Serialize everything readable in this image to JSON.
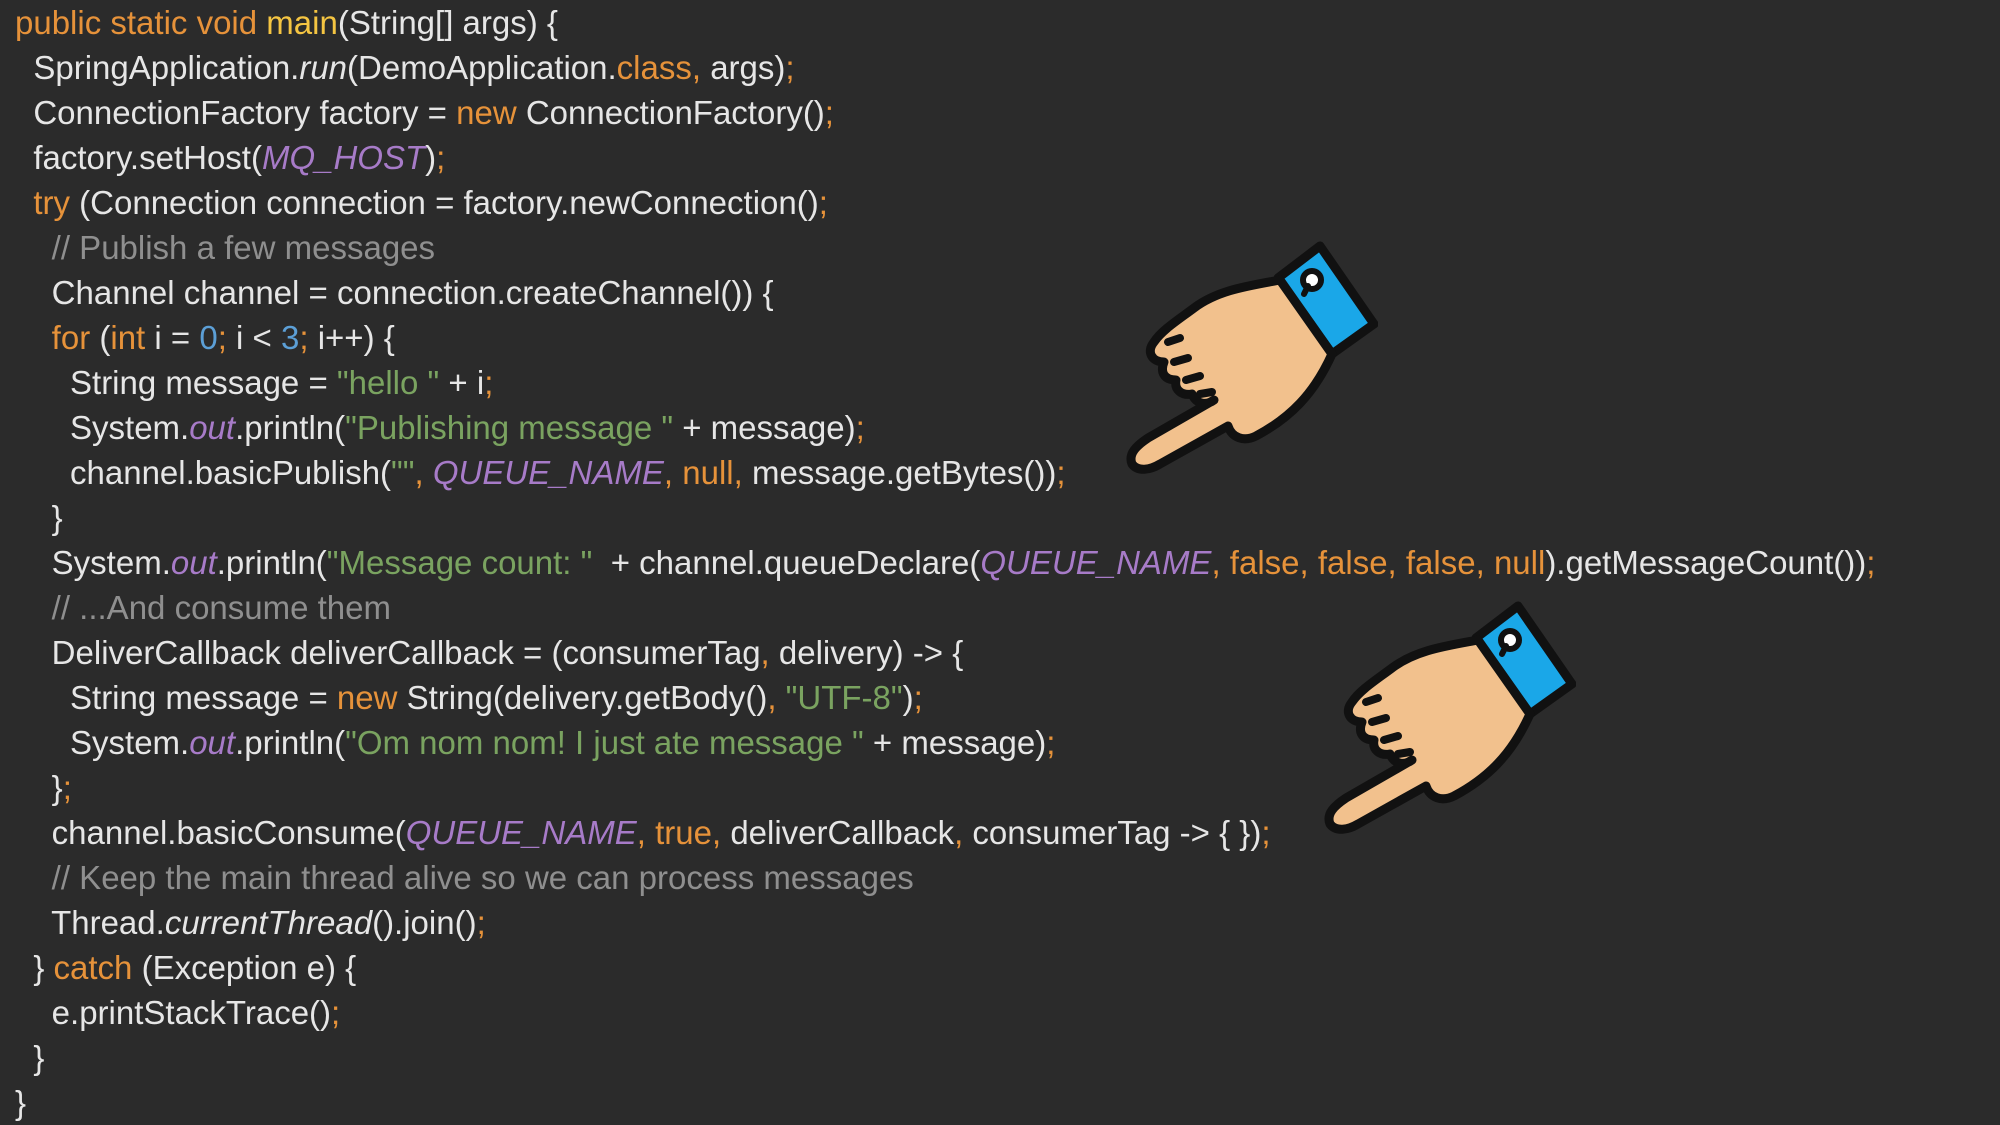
{
  "code_lines": [
    [
      {
        "t": "public static void ",
        "c": "kw"
      },
      {
        "t": "main",
        "c": "fn"
      },
      {
        "t": "(String[] args) {",
        "c": ""
      }
    ],
    [
      {
        "t": "  SpringApplication.",
        "c": ""
      },
      {
        "t": "run",
        "c": "sitalic"
      },
      {
        "t": "(DemoApplication.",
        "c": ""
      },
      {
        "t": "class",
        "c": "kw"
      },
      {
        "t": ", ",
        "c": "kw"
      },
      {
        "t": "args)",
        "c": ""
      },
      {
        "t": ";",
        "c": "kw"
      }
    ],
    [
      {
        "t": "  ConnectionFactory factory = ",
        "c": ""
      },
      {
        "t": "new ",
        "c": "kw"
      },
      {
        "t": "ConnectionFactory()",
        "c": ""
      },
      {
        "t": ";",
        "c": "kw"
      }
    ],
    [
      {
        "t": "  factory.setHost(",
        "c": ""
      },
      {
        "t": "MQ_HOST",
        "c": "field"
      },
      {
        "t": ")",
        "c": ""
      },
      {
        "t": ";",
        "c": "kw"
      }
    ],
    [
      {
        "t": "  try ",
        "c": "kw"
      },
      {
        "t": "(Connection connection = factory.newConnection()",
        "c": ""
      },
      {
        "t": ";",
        "c": "kw"
      }
    ],
    [
      {
        "t": "    // Publish a few messages",
        "c": "cmt"
      }
    ],
    [
      {
        "t": "    Channel channel = connection.createChannel()) {",
        "c": ""
      }
    ],
    [
      {
        "t": "    for ",
        "c": "kw"
      },
      {
        "t": "(",
        "c": ""
      },
      {
        "t": "int ",
        "c": "kw"
      },
      {
        "t": "i = ",
        "c": ""
      },
      {
        "t": "0",
        "c": "num"
      },
      {
        "t": "; ",
        "c": "kw"
      },
      {
        "t": "i < ",
        "c": ""
      },
      {
        "t": "3",
        "c": "num"
      },
      {
        "t": "; ",
        "c": "kw"
      },
      {
        "t": "i++) {",
        "c": ""
      }
    ],
    [
      {
        "t": "      String message = ",
        "c": ""
      },
      {
        "t": "\"hello \"",
        "c": "str"
      },
      {
        "t": " + i",
        "c": ""
      },
      {
        "t": ";",
        "c": "kw"
      }
    ],
    [
      {
        "t": "      System.",
        "c": ""
      },
      {
        "t": "out",
        "c": "field"
      },
      {
        "t": ".println(",
        "c": ""
      },
      {
        "t": "\"Publishing message \"",
        "c": "str"
      },
      {
        "t": " + message)",
        "c": ""
      },
      {
        "t": ";",
        "c": "kw"
      }
    ],
    [
      {
        "t": "      channel.basicPublish(",
        "c": ""
      },
      {
        "t": "\"\"",
        "c": "str"
      },
      {
        "t": ", ",
        "c": "kw"
      },
      {
        "t": "QUEUE_NAME",
        "c": "field"
      },
      {
        "t": ", ",
        "c": "kw"
      },
      {
        "t": "null, ",
        "c": "kw"
      },
      {
        "t": "message.getBytes())",
        "c": ""
      },
      {
        "t": ";",
        "c": "kw"
      }
    ],
    [
      {
        "t": "    }",
        "c": ""
      }
    ],
    [
      {
        "t": "    System.",
        "c": ""
      },
      {
        "t": "out",
        "c": "field"
      },
      {
        "t": ".println(",
        "c": ""
      },
      {
        "t": "\"Message count: \"",
        "c": "str"
      },
      {
        "t": "  + channel.queueDeclare(",
        "c": ""
      },
      {
        "t": "QUEUE_NAME",
        "c": "field"
      },
      {
        "t": ", ",
        "c": "kw"
      },
      {
        "t": "false, ",
        "c": "kw"
      },
      {
        "t": "false, ",
        "c": "kw"
      },
      {
        "t": "false, ",
        "c": "kw"
      },
      {
        "t": "null",
        "c": "kw"
      },
      {
        "t": ").getMessageCount())",
        "c": ""
      },
      {
        "t": ";",
        "c": "kw"
      }
    ],
    [
      {
        "t": "    // ...And consume them",
        "c": "cmt"
      }
    ],
    [
      {
        "t": "    DeliverCallback deliverCallback = (consumerTag",
        "c": ""
      },
      {
        "t": ", ",
        "c": "kw"
      },
      {
        "t": "delivery) -> {",
        "c": ""
      }
    ],
    [
      {
        "t": "      String message = ",
        "c": ""
      },
      {
        "t": "new ",
        "c": "kw"
      },
      {
        "t": "String(delivery.getBody()",
        "c": ""
      },
      {
        "t": ", ",
        "c": "kw"
      },
      {
        "t": "\"UTF-8\"",
        "c": "str"
      },
      {
        "t": ")",
        "c": ""
      },
      {
        "t": ";",
        "c": "kw"
      }
    ],
    [
      {
        "t": "      System.",
        "c": ""
      },
      {
        "t": "out",
        "c": "field"
      },
      {
        "t": ".println(",
        "c": ""
      },
      {
        "t": "\"Om nom nom! I just ate message \"",
        "c": "str"
      },
      {
        "t": " + message)",
        "c": ""
      },
      {
        "t": ";",
        "c": "kw"
      }
    ],
    [
      {
        "t": "    }",
        "c": ""
      },
      {
        "t": ";",
        "c": "kw"
      }
    ],
    [
      {
        "t": "    channel.basicConsume(",
        "c": ""
      },
      {
        "t": "QUEUE_NAME",
        "c": "field"
      },
      {
        "t": ", ",
        "c": "kw"
      },
      {
        "t": "true, ",
        "c": "kw"
      },
      {
        "t": "deliverCallback",
        "c": ""
      },
      {
        "t": ", ",
        "c": "kw"
      },
      {
        "t": "consumerTag -> { })",
        "c": ""
      },
      {
        "t": ";",
        "c": "kw"
      }
    ],
    [
      {
        "t": "    // Keep the main thread alive so we can process messages",
        "c": "cmt"
      }
    ],
    [
      {
        "t": "    Thread.",
        "c": ""
      },
      {
        "t": "currentThread",
        "c": "sitalic"
      },
      {
        "t": "().join()",
        "c": ""
      },
      {
        "t": ";",
        "c": "kw"
      }
    ],
    [
      {
        "t": "  } ",
        "c": ""
      },
      {
        "t": "catch ",
        "c": "kw"
      },
      {
        "t": "(Exception e) {",
        "c": ""
      }
    ],
    [
      {
        "t": "    e.printStackTrace()",
        "c": ""
      },
      {
        "t": ";",
        "c": "kw"
      }
    ],
    [
      {
        "t": "  }",
        "c": ""
      }
    ],
    [
      {
        "t": "}",
        "c": ""
      }
    ]
  ],
  "icons": {
    "hand_top": "pointing-hand-icon",
    "hand_bottom": "pointing-hand-icon"
  },
  "colors": {
    "background": "#2b2b2b",
    "text": "#e6e6e6",
    "keyword": "#e6923a",
    "method_name": "#f5c542",
    "string": "#7aa360",
    "number": "#5c9fd6",
    "comment": "#8f8f8f",
    "field": "#a77bc8",
    "hand_skin": "#f2c18d",
    "cuff": "#1aa7e8"
  }
}
